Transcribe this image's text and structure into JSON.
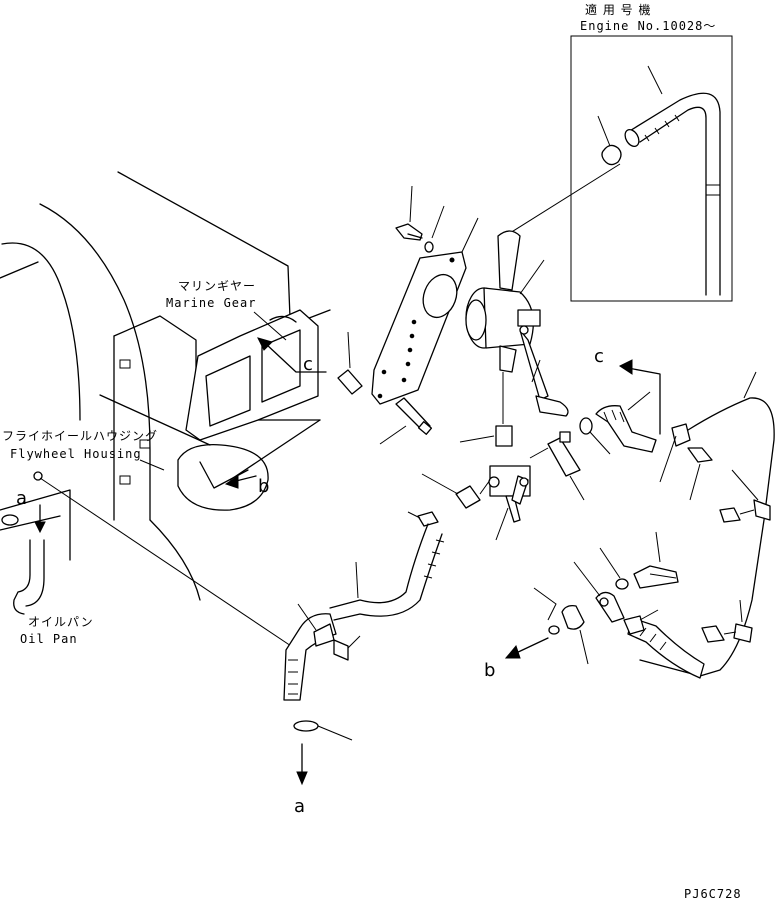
{
  "inset": {
    "title_jp": "適 用 号 機",
    "engine_no": "Engine No.10028～"
  },
  "labels": {
    "marine_gear_jp": "マリンギヤー",
    "marine_gear_en": "Marine Gear",
    "flywheel_jp": "フライホイールハウジング",
    "flywheel_en": "Flywheel Housing",
    "oil_pan_jp": "オイルパン",
    "oil_pan_en": "Oil Pan"
  },
  "refs": {
    "c": "c",
    "b": "b",
    "a": "a"
  },
  "drawing_code": "PJ6C728"
}
